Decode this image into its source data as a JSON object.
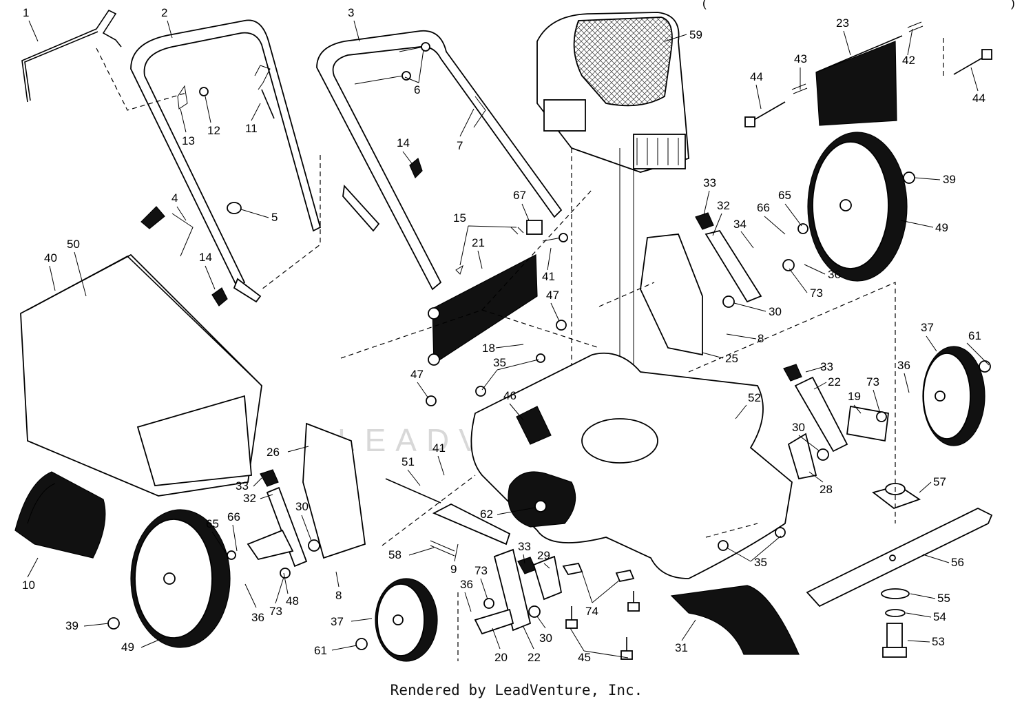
{
  "watermark": "LEADVENTURE",
  "credit": "Rendered by LeadVenture, Inc.",
  "header_fragment": "(",
  "header_fragment_right": ")",
  "part_labels": [
    {
      "id": "p1",
      "text": "1"
    },
    {
      "id": "p2",
      "text": "2"
    },
    {
      "id": "p3",
      "text": "3"
    },
    {
      "id": "p4",
      "text": "4"
    },
    {
      "id": "p5",
      "text": "5"
    },
    {
      "id": "p6",
      "text": "6"
    },
    {
      "id": "p7",
      "text": "7"
    },
    {
      "id": "p8a",
      "text": "8"
    },
    {
      "id": "p8b",
      "text": "8"
    },
    {
      "id": "p9",
      "text": "9"
    },
    {
      "id": "p10",
      "text": "10"
    },
    {
      "id": "p11",
      "text": "11"
    },
    {
      "id": "p12",
      "text": "12"
    },
    {
      "id": "p13",
      "text": "13"
    },
    {
      "id": "p14a",
      "text": "14"
    },
    {
      "id": "p14b",
      "text": "14"
    },
    {
      "id": "p15",
      "text": "15"
    },
    {
      "id": "p18",
      "text": "18"
    },
    {
      "id": "p19",
      "text": "19"
    },
    {
      "id": "p20",
      "text": "20"
    },
    {
      "id": "p21",
      "text": "21"
    },
    {
      "id": "p22a",
      "text": "22"
    },
    {
      "id": "p22b",
      "text": "22"
    },
    {
      "id": "p23",
      "text": "23"
    },
    {
      "id": "p25",
      "text": "25"
    },
    {
      "id": "p26",
      "text": "26"
    },
    {
      "id": "p28",
      "text": "28"
    },
    {
      "id": "p29",
      "text": "29"
    },
    {
      "id": "p30a",
      "text": "30"
    },
    {
      "id": "p30b",
      "text": "30"
    },
    {
      "id": "p30c",
      "text": "30"
    },
    {
      "id": "p30d",
      "text": "30"
    },
    {
      "id": "p31",
      "text": "31"
    },
    {
      "id": "p32a",
      "text": "32"
    },
    {
      "id": "p32b",
      "text": "32"
    },
    {
      "id": "p33a",
      "text": "33"
    },
    {
      "id": "p33b",
      "text": "33"
    },
    {
      "id": "p33c",
      "text": "33"
    },
    {
      "id": "p33d",
      "text": "33"
    },
    {
      "id": "p34",
      "text": "34"
    },
    {
      "id": "p35a",
      "text": "35"
    },
    {
      "id": "p35b",
      "text": "35"
    },
    {
      "id": "p36a",
      "text": "36"
    },
    {
      "id": "p36b",
      "text": "36"
    },
    {
      "id": "p36c",
      "text": "36"
    },
    {
      "id": "p36d",
      "text": "36"
    },
    {
      "id": "p37a",
      "text": "37"
    },
    {
      "id": "p37b",
      "text": "37"
    },
    {
      "id": "p39a",
      "text": "39"
    },
    {
      "id": "p39b",
      "text": "39"
    },
    {
      "id": "p40",
      "text": "40"
    },
    {
      "id": "p41a",
      "text": "41"
    },
    {
      "id": "p41b",
      "text": "41"
    },
    {
      "id": "p42",
      "text": "42"
    },
    {
      "id": "p43",
      "text": "43"
    },
    {
      "id": "p44a",
      "text": "44"
    },
    {
      "id": "p44b",
      "text": "44"
    },
    {
      "id": "p45",
      "text": "45"
    },
    {
      "id": "p46",
      "text": "46"
    },
    {
      "id": "p47a",
      "text": "47"
    },
    {
      "id": "p47b",
      "text": "47"
    },
    {
      "id": "p48",
      "text": "48"
    },
    {
      "id": "p49a",
      "text": "49"
    },
    {
      "id": "p49b",
      "text": "49"
    },
    {
      "id": "p50",
      "text": "50"
    },
    {
      "id": "p51",
      "text": "51"
    },
    {
      "id": "p52",
      "text": "52"
    },
    {
      "id": "p53",
      "text": "53"
    },
    {
      "id": "p54",
      "text": "54"
    },
    {
      "id": "p55",
      "text": "55"
    },
    {
      "id": "p56",
      "text": "56"
    },
    {
      "id": "p57",
      "text": "57"
    },
    {
      "id": "p58",
      "text": "58"
    },
    {
      "id": "p59",
      "text": "59"
    },
    {
      "id": "p61a",
      "text": "61"
    },
    {
      "id": "p61b",
      "text": "61"
    },
    {
      "id": "p62",
      "text": "62"
    },
    {
      "id": "p65a",
      "text": "65"
    },
    {
      "id": "p65b",
      "text": "65"
    },
    {
      "id": "p66a",
      "text": "66"
    },
    {
      "id": "p66b",
      "text": "66"
    },
    {
      "id": "p67",
      "text": "67"
    },
    {
      "id": "p73a",
      "text": "73"
    },
    {
      "id": "p73b",
      "text": "73"
    },
    {
      "id": "p73c",
      "text": "73"
    },
    {
      "id": "p73d",
      "text": "73"
    },
    {
      "id": "p74",
      "text": "74"
    }
  ]
}
